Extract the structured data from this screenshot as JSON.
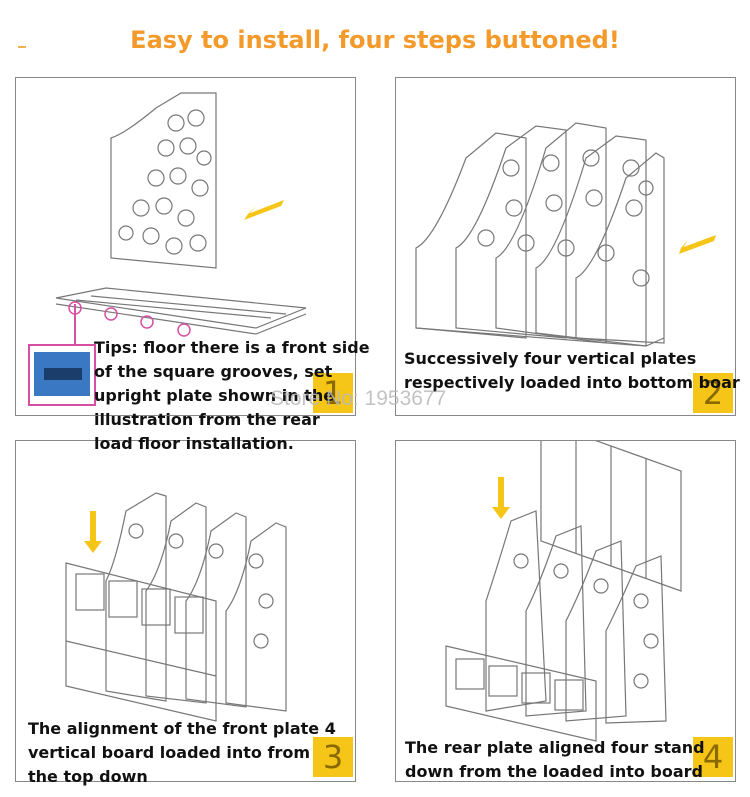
{
  "header": {
    "title": "Easy to install, four steps buttoned!"
  },
  "steps": [
    {
      "number": "1",
      "caption": [
        "Tips: floor there is a front side",
        " of the square grooves, set",
        " upright plate shown in the",
        "illustration from the rear",
        "load floor installation."
      ]
    },
    {
      "number": "2",
      "caption": [
        "Successively four vertical plates",
        "respectively loaded into bottom boar"
      ]
    },
    {
      "number": "3",
      "caption": [
        "The alignment of the front plate 4",
        "vertical board loaded into from",
        "the top down"
      ]
    },
    {
      "number": "4",
      "caption": [
        "The rear plate aligned four stand",
        "down from the loaded into board"
      ]
    }
  ],
  "watermark": "Store No: 1953677",
  "colors": {
    "title": "#f39a2b",
    "arrow": "#f5c518",
    "badge": "#f5c518",
    "highlight": "#d64fa2"
  }
}
